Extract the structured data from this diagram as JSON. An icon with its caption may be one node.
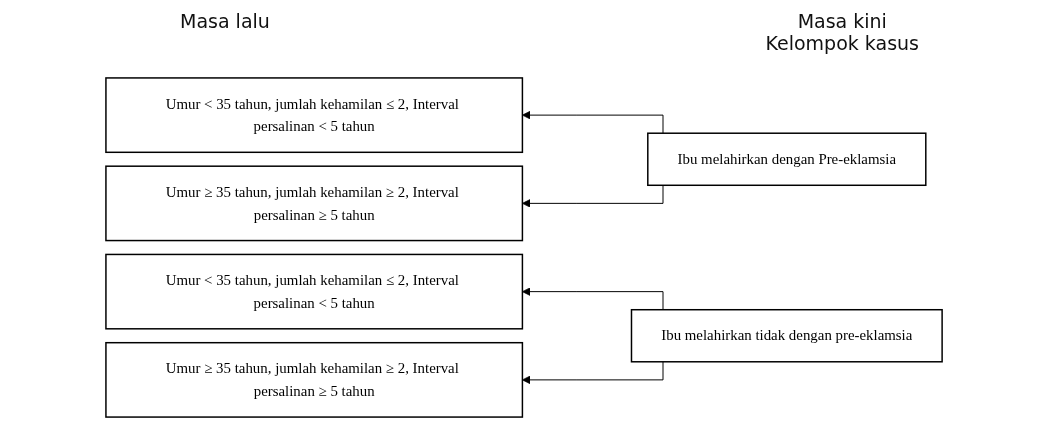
{
  "diagram": {
    "nodes": [
      {
        "text": [
          "Umur < 35 tahun, jumlah kehamilan ≤ 2, Interval persalinan < 5 tahun"
        ]
      },
      {
        "text": [
          "Umur ≥ 35 tahun, jumlah kehamilan ≥ 2, Interval persalinan ≥ 5 tahun"
        ]
      },
      {
        "text": [
          "Umur < 35 tahun, jumlah kehamilan ≤ 2, Interval persalinan < 5 tahun"
        ]
      },
      {
        "text": [
          "Umur ≥ 35 tahun, jumlah kehamilan ≥ 2, Interval persalinan ≥ 5 tahun"
        ]
      },
      {
        "text": [
          "Ibu melahirkan dengan Pre-eklamsia"
        ]
      },
      {
        "text": [
          "Ibu melahirkan tidak dengan pre-eklamsia"
        ]
      }
    ],
    "edges": [
      {
        "from": 4,
        "to": 0,
        "arrow": "to"
      },
      {
        "from": 4,
        "to": 1,
        "arrow": "to"
      },
      {
        "from": 5,
        "to": 2,
        "arrow": "to"
      },
      {
        "from": 5,
        "to": 3,
        "arrow": "to"
      }
    ],
    "labels": [
      "Masa lalu",
      "Masa kini",
      "Kelompok kasus"
    ]
  }
}
